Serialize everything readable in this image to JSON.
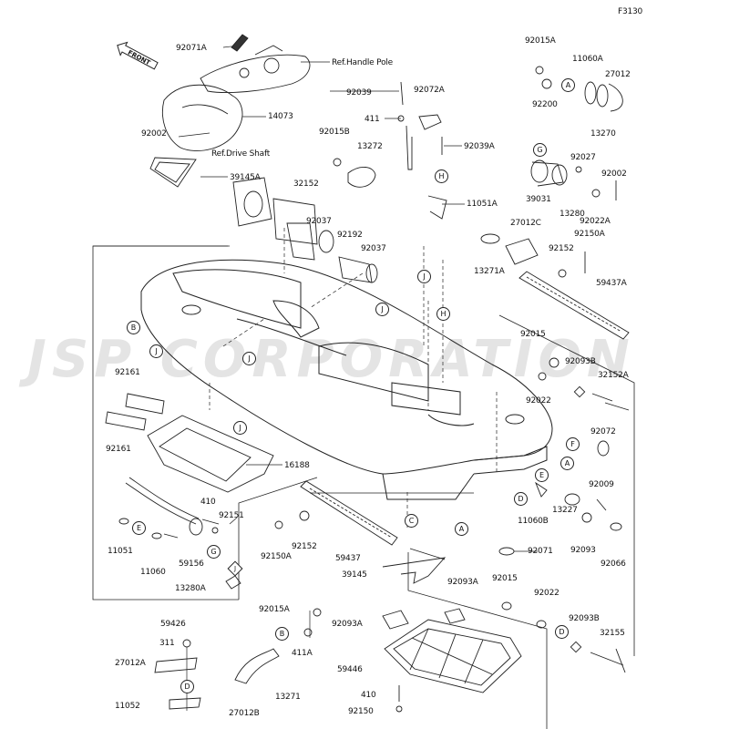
{
  "figure_id": "F3130",
  "watermark": "JSP CORPORATION",
  "front_tag": "FRONT",
  "part_labels": {
    "p92071A": "92071A",
    "refHandle": "Ref.Handle Pole",
    "p14073": "14073",
    "p92002a": "92002",
    "refDrive": "Ref.Drive Shaft",
    "p39145A": "39145A",
    "p32152": "32152",
    "p92037a": "92037",
    "p92192": "92192",
    "p92037b": "92037",
    "p92039": "92039",
    "p92072A": "92072A",
    "p411": "411",
    "p92015B": "92015B",
    "p13272": "13272",
    "p92039A": "92039A",
    "p11051A": "11051A",
    "p27012C": "27012C",
    "p13271A": "13271A",
    "p92015A_top": "92015A",
    "p92200": "92200",
    "p11060A": "11060A",
    "p27012": "27012",
    "p13270": "13270",
    "p92027": "92027",
    "p92002b": "92002",
    "p39031": "39031",
    "p13280": "13280",
    "p92022A": "92022A",
    "p92150A_r": "92150A",
    "p92152_r": "92152",
    "p59437A": "59437A",
    "p92015_r": "92015",
    "p92093B_a": "92093B",
    "p32152A": "32152A",
    "p92022_r": "92022",
    "p92072": "92072",
    "p92009": "92009",
    "p11060B": "11060B",
    "p13227": "13227",
    "p92093": "92093",
    "p92066": "92066",
    "p92071": "92071",
    "p92161a": "92161",
    "p92161b": "92161",
    "p16188": "16188",
    "p410a": "410",
    "p92151": "92151",
    "p11051": "11051",
    "p11060": "11060",
    "p59156": "59156",
    "p13280A": "13280A",
    "p92150A_m": "92150A",
    "p92152_m": "92152",
    "p59437": "59437",
    "p39145": "39145",
    "p59426": "59426",
    "p311": "311",
    "p27012A": "27012A",
    "p11052": "11052",
    "p92015A_m": "92015A",
    "p411A": "411A",
    "p13271": "13271",
    "p27012B": "27012B",
    "p92093A_a": "92093A",
    "p92093A_b": "92093A",
    "p59446": "59446",
    "p410b": "410",
    "p92150": "92150",
    "p92015_b": "92015",
    "p92022_b": "92022",
    "p92093B_b": "92093B",
    "p32155": "32155"
  },
  "callouts": {
    "cA1": "A",
    "cA2": "A",
    "cA3": "A",
    "cB1": "B",
    "cB2": "B",
    "cC1": "C",
    "cD1": "D",
    "cD2": "D",
    "cD3": "D",
    "cE1": "E",
    "cE2": "E",
    "cF1": "F",
    "cG1": "G",
    "cG2": "G",
    "cH1": "H",
    "cH2": "H",
    "cJ1": "J",
    "cJ2": "J",
    "cJ3": "J",
    "cJ4": "J",
    "cJ5": "J",
    "cJ6": "J"
  },
  "colors": {
    "line": "#222222",
    "watermark": "#cfcfcf"
  }
}
